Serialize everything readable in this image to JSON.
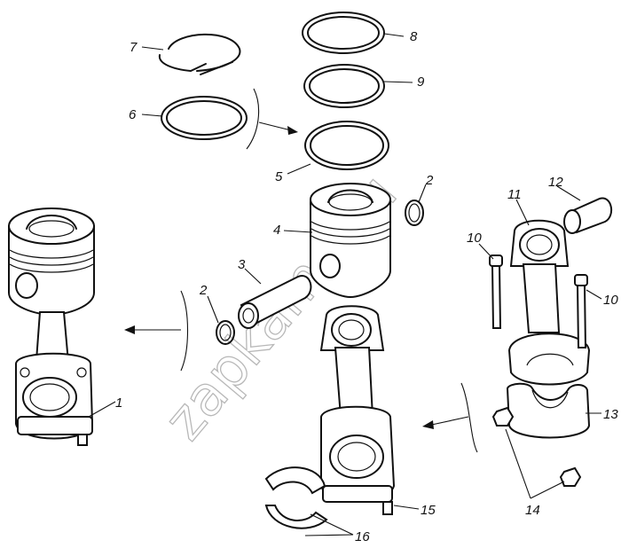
{
  "watermark": "zapkama.ru",
  "labels": {
    "l1": "1",
    "l2a": "2",
    "l2b": "2",
    "l3": "3",
    "l4": "4",
    "l5": "5",
    "l6": "6",
    "l7": "7",
    "l8": "8",
    "l9": "9",
    "l10a": "10",
    "l10b": "10",
    "l11": "11",
    "l12": "12",
    "l13": "13",
    "l14": "14",
    "l15": "15",
    "l16": "16"
  },
  "colors": {
    "ink": "#111111",
    "watermark": "#b8b8b8",
    "background": "#ffffff"
  }
}
